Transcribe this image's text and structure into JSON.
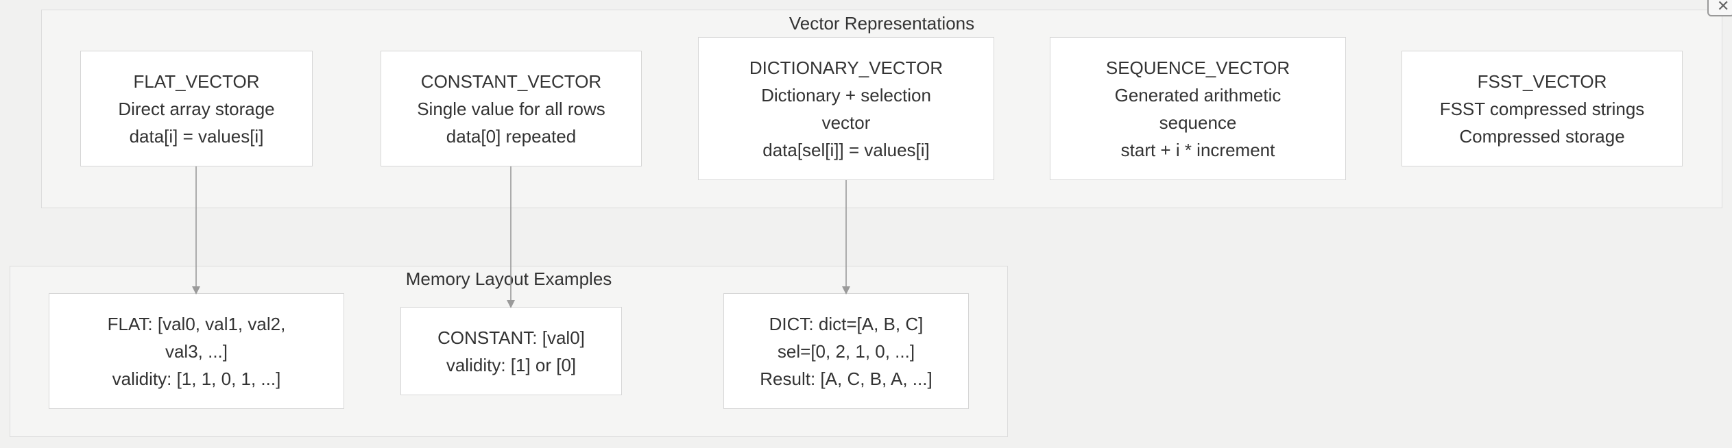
{
  "clusters": {
    "vector": {
      "title": "Vector Representations"
    },
    "memory": {
      "title": "Memory Layout Examples"
    }
  },
  "nodes": {
    "flat_vector": {
      "lines": [
        "FLAT_VECTOR",
        "Direct array storage",
        "data[i] = values[i]"
      ]
    },
    "constant_vector": {
      "lines": [
        "CONSTANT_VECTOR",
        "Single value for all rows",
        "data[0] repeated"
      ]
    },
    "dictionary_vector": {
      "lines": [
        "DICTIONARY_VECTOR",
        "Dictionary + selection",
        "vector",
        "data[sel[i]] = values[i]"
      ]
    },
    "sequence_vector": {
      "lines": [
        "SEQUENCE_VECTOR",
        "Generated arithmetic",
        "sequence",
        "start + i * increment"
      ]
    },
    "fsst_vector": {
      "lines": [
        "FSST_VECTOR",
        "FSST compressed strings",
        "Compressed storage"
      ]
    },
    "flat_example": {
      "lines": [
        "FLAT: [val0, val1, val2,",
        "val3, ...]",
        "validity: [1, 1, 0, 1, ...]"
      ]
    },
    "constant_example": {
      "lines": [
        "CONSTANT: [val0]",
        "validity: [1] or [0]"
      ]
    },
    "dict_example": {
      "lines": [
        "DICT: dict=[A, B, C]",
        "sel=[0, 2, 1, 0, ...]",
        "Result: [A, C, B, A, ...]"
      ]
    }
  },
  "close_icon": {
    "glyph": "✕"
  },
  "colors": {
    "edge": "#9a9a9a",
    "node_border": "#d6d6d6",
    "cluster_bg": "#f5f5f4"
  }
}
